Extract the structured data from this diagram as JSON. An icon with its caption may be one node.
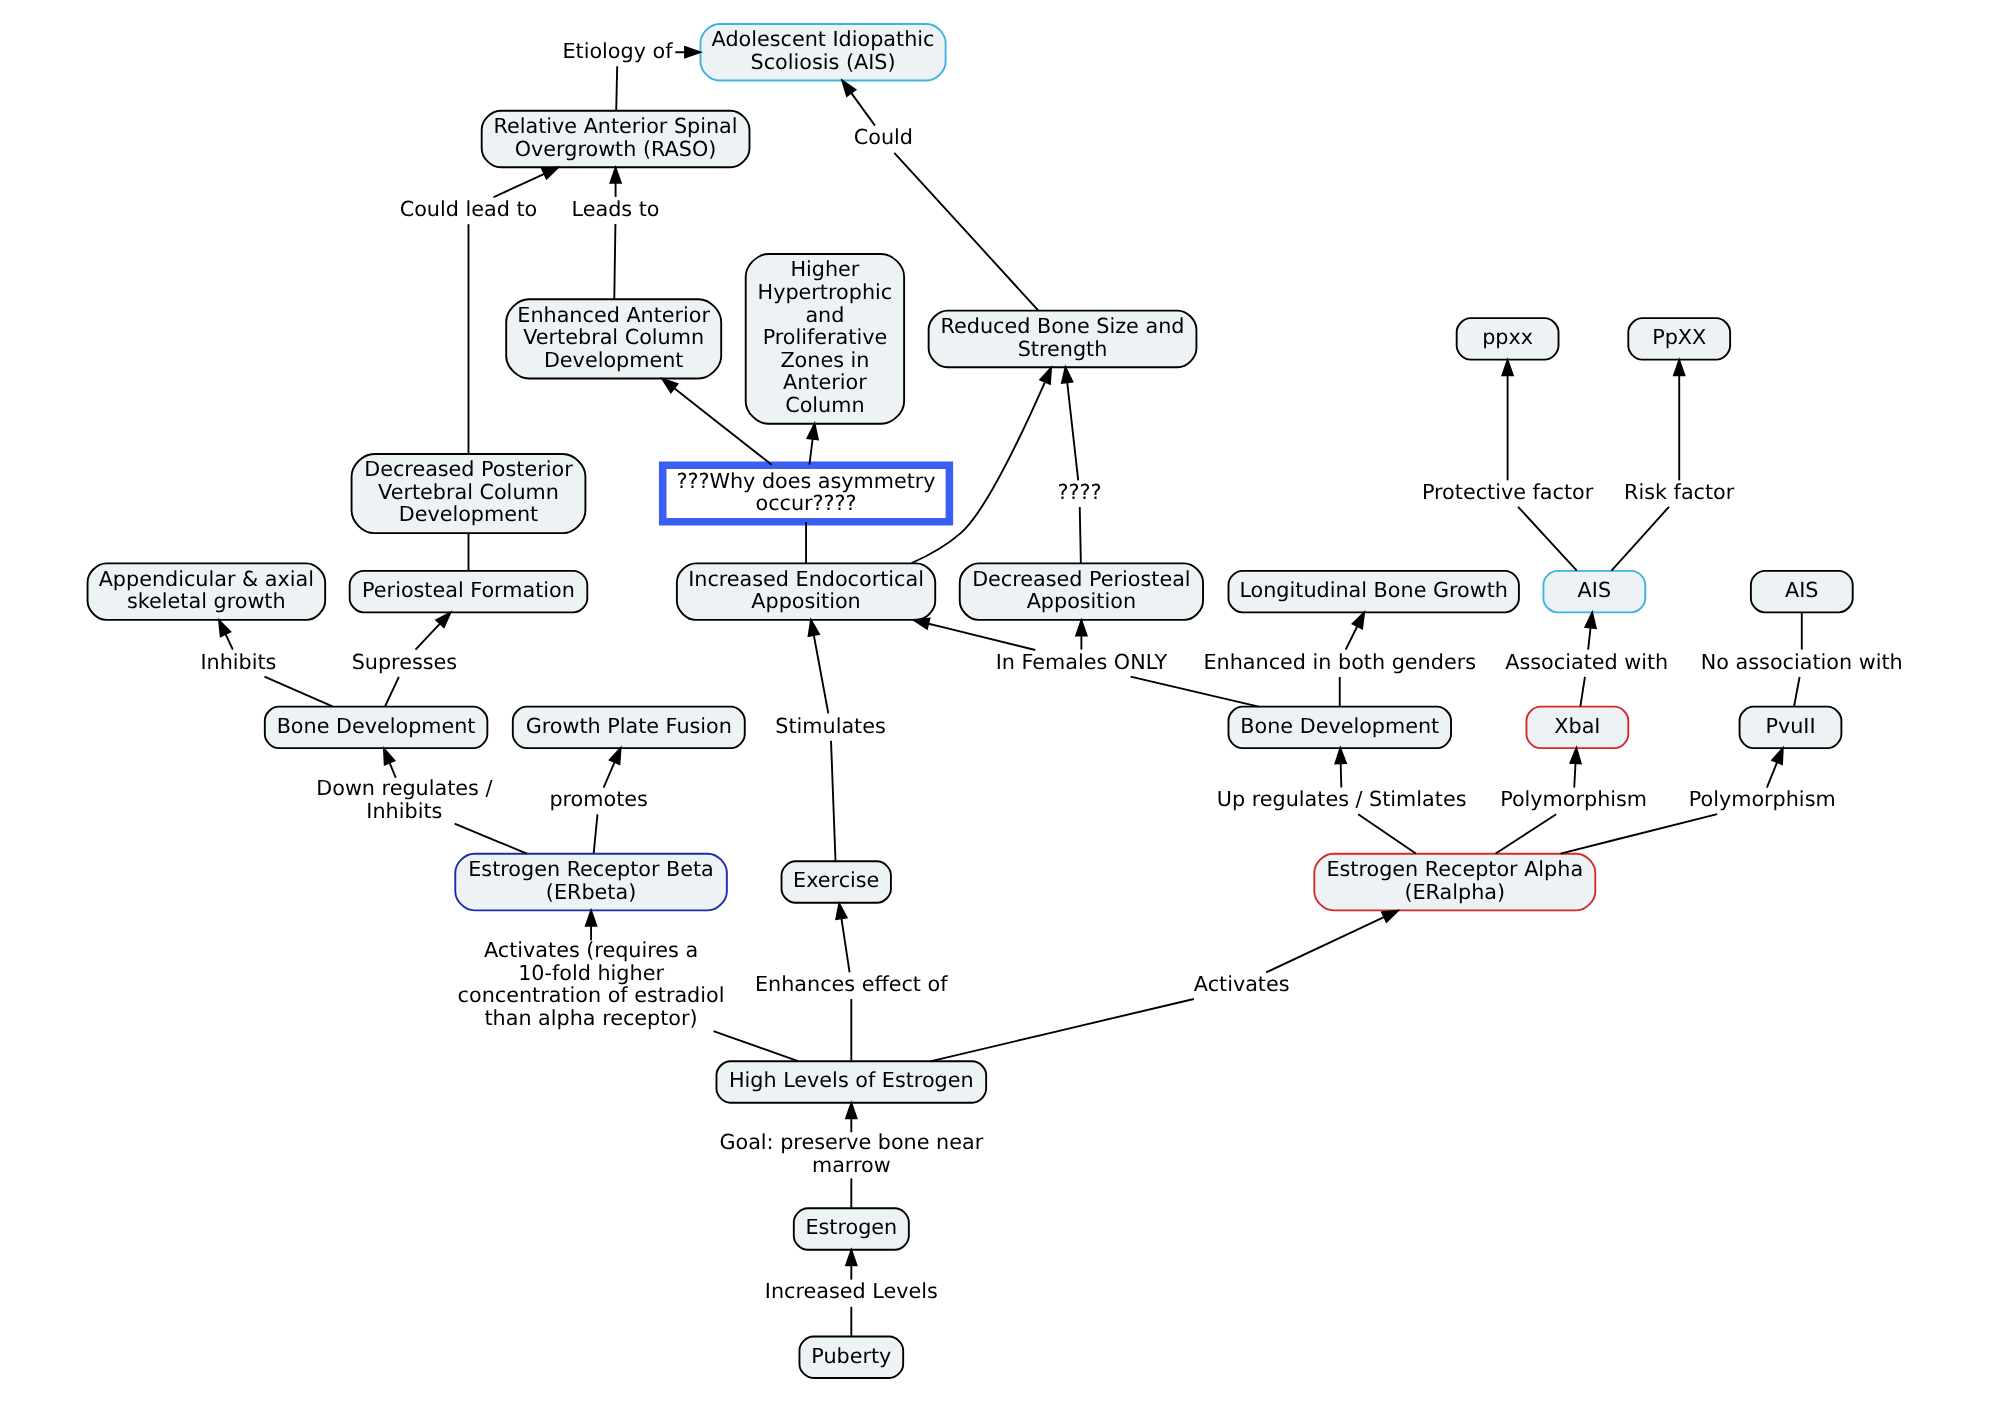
{
  "diagram": {
    "nodes": [
      {
        "text": [
          "Leads to"
        ]
      },
      {
        "text": [
          "Etiology of"
        ]
      },
      {
        "text": [
          "Adolescent Idiopathic Scoliosis (AIS)"
        ]
      },
      {
        "text": [
          "Relative Anterior Spinal Overgrowth (RASO)"
        ]
      },
      {
        "text": [
          "Higher Hypertrophic and Proliferative Zones in Anterior Column"
        ]
      },
      {
        "text": [
          "Enhanced Anterior Vertebral Column Development"
        ]
      },
      {
        "text": [
          "Could lead to"
        ]
      },
      {
        "text": [
          "Could"
        ]
      },
      {
        "text": [
          "Reduced Bone Size and Strength"
        ]
      },
      {
        "text": [
          "Decreased Posterior Vertebral Column Development"
        ]
      },
      {
        "text": [
          "Longitudinal Bone Growth"
        ]
      },
      {
        "text": [
          "???Why does asymmetry occur????"
        ]
      },
      {
        "text": [
          "????"
        ]
      },
      {
        "text": [
          "Periosteal Formation"
        ]
      },
      {
        "text": [
          "Appendicular & axial skeletal growth"
        ]
      },
      {
        "text": [
          "ppxx"
        ]
      },
      {
        "text": [
          "PpXX"
        ]
      },
      {
        "text": [
          "Increased Endocortical Apposition"
        ]
      },
      {
        "text": [
          "Decreased Periosteal Apposition"
        ]
      },
      {
        "text": [
          "Supresses"
        ]
      },
      {
        "text": [
          "Inhibits"
        ]
      },
      {
        "text": [
          "Stimulates"
        ]
      },
      {
        "text": [
          "Protective factor"
        ]
      },
      {
        "text": [
          "Enhanced in both genders"
        ]
      },
      {
        "text": [
          "Bone Development"
        ]
      },
      {
        "text": [
          "Risk factor"
        ]
      },
      {
        "text": [
          "In Females ONLY"
        ]
      },
      {
        "text": [
          "Growth Plate Fusion"
        ]
      },
      {
        "text": [
          "Exercise"
        ]
      },
      {
        "text": [
          "AIS"
        ]
      },
      {
        "text": [
          "Down regulates / Inhibits"
        ]
      },
      {
        "text": [
          "Bone Development"
        ]
      },
      {
        "text": [
          "promotes"
        ]
      },
      {
        "text": [
          "Associated with"
        ]
      },
      {
        "text": [
          "Estrogen Receptor Beta (ERbeta)"
        ]
      },
      {
        "text": [
          "Up regulates / Stimlates"
        ]
      },
      {
        "text": [
          "Polymorphism"
        ]
      },
      {
        "text": [
          "XbaI"
        ]
      },
      {
        "text": [
          "Estrogen Receptor Alpha (ERalpha)"
        ]
      },
      {
        "text": [
          "Polymorphism"
        ]
      },
      {
        "text": [
          "PvuII"
        ]
      },
      {
        "text": [
          "Activates (requires a 10-fold higher concentration of estradiol than alpha receptor)"
        ]
      },
      {
        "text": [
          "Enhances effect of"
        ]
      },
      {
        "text": [
          "Activates"
        ]
      },
      {
        "text": [
          "No association with"
        ]
      },
      {
        "text": [
          "AIS"
        ]
      },
      {
        "text": [
          "High Levels of Estrogen"
        ]
      },
      {
        "text": [
          "Goal: preserve bone near marrow"
        ]
      },
      {
        "text": [
          "Estrogen"
        ]
      },
      {
        "text": [
          "Increased Levels"
        ]
      },
      {
        "text": [
          "Puberty"
        ]
      }
    ],
    "edges": [
      {
        "from": 3,
        "to": 1,
        "arrow": "none"
      },
      {
        "from": 1,
        "to": 2,
        "arrow": "to"
      },
      {
        "from": 5,
        "to": 0,
        "arrow": "none"
      },
      {
        "from": 0,
        "to": 3,
        "arrow": "to"
      },
      {
        "from": 9,
        "to": 6,
        "arrow": "none"
      },
      {
        "from": 6,
        "to": 3,
        "arrow": "to"
      },
      {
        "from": 8,
        "to": 7,
        "arrow": "none"
      },
      {
        "from": 7,
        "to": 2,
        "arrow": "to"
      },
      {
        "from": 17,
        "to": 11,
        "arrow": "none"
      },
      {
        "from": 11,
        "to": 4,
        "arrow": "to"
      },
      {
        "from": 11,
        "to": 5,
        "arrow": "to"
      },
      {
        "from": 17,
        "to": 8,
        "arrow": "to"
      },
      {
        "from": 18,
        "to": 12,
        "arrow": "none"
      },
      {
        "from": 12,
        "to": 8,
        "arrow": "to"
      },
      {
        "from": 13,
        "to": 9,
        "arrow": "none"
      },
      {
        "from": 24,
        "to": 19,
        "arrow": "none"
      },
      {
        "from": 19,
        "to": 13,
        "arrow": "to"
      },
      {
        "from": 24,
        "to": 20,
        "arrow": "none"
      },
      {
        "from": 20,
        "to": 14,
        "arrow": "to"
      },
      {
        "from": 28,
        "to": 21,
        "arrow": "none"
      },
      {
        "from": 21,
        "to": 17,
        "arrow": "to"
      },
      {
        "from": 29,
        "to": 22,
        "arrow": "none"
      },
      {
        "from": 22,
        "to": 15,
        "arrow": "to"
      },
      {
        "from": 29,
        "to": 25,
        "arrow": "none"
      },
      {
        "from": 25,
        "to": 16,
        "arrow": "to"
      },
      {
        "from": 31,
        "to": 23,
        "arrow": "none"
      },
      {
        "from": 23,
        "to": 10,
        "arrow": "to"
      },
      {
        "from": 31,
        "to": 26,
        "arrow": "none"
      },
      {
        "from": 26,
        "to": 17,
        "arrow": "to"
      },
      {
        "from": 26,
        "to": 18,
        "arrow": "to"
      },
      {
        "from": 34,
        "to": 30,
        "arrow": "none"
      },
      {
        "from": 30,
        "to": 24,
        "arrow": "to"
      },
      {
        "from": 34,
        "to": 32,
        "arrow": "none"
      },
      {
        "from": 32,
        "to": 27,
        "arrow": "to"
      },
      {
        "from": 37,
        "to": 33,
        "arrow": "none"
      },
      {
        "from": 33,
        "to": 29,
        "arrow": "to"
      },
      {
        "from": 38,
        "to": 35,
        "arrow": "none"
      },
      {
        "from": 35,
        "to": 31,
        "arrow": "to"
      },
      {
        "from": 38,
        "to": 36,
        "arrow": "none"
      },
      {
        "from": 36,
        "to": 37,
        "arrow": "to"
      },
      {
        "from": 38,
        "to": 39,
        "arrow": "none"
      },
      {
        "from": 39,
        "to": 40,
        "arrow": "to"
      },
      {
        "from": 40,
        "to": 44,
        "arrow": "none"
      },
      {
        "from": 44,
        "to": 45,
        "arrow": "none"
      },
      {
        "from": 46,
        "to": 41,
        "arrow": "none"
      },
      {
        "from": 41,
        "to": 34,
        "arrow": "to"
      },
      {
        "from": 46,
        "to": 42,
        "arrow": "none"
      },
      {
        "from": 42,
        "to": 28,
        "arrow": "to"
      },
      {
        "from": 46,
        "to": 43,
        "arrow": "none"
      },
      {
        "from": 43,
        "to": 38,
        "arrow": "to"
      },
      {
        "from": 48,
        "to": 47,
        "arrow": "none"
      },
      {
        "from": 47,
        "to": 46,
        "arrow": "to"
      },
      {
        "from": 50,
        "to": 49,
        "arrow": "none"
      },
      {
        "from": 49,
        "to": 48,
        "arrow": "to"
      }
    ]
  }
}
